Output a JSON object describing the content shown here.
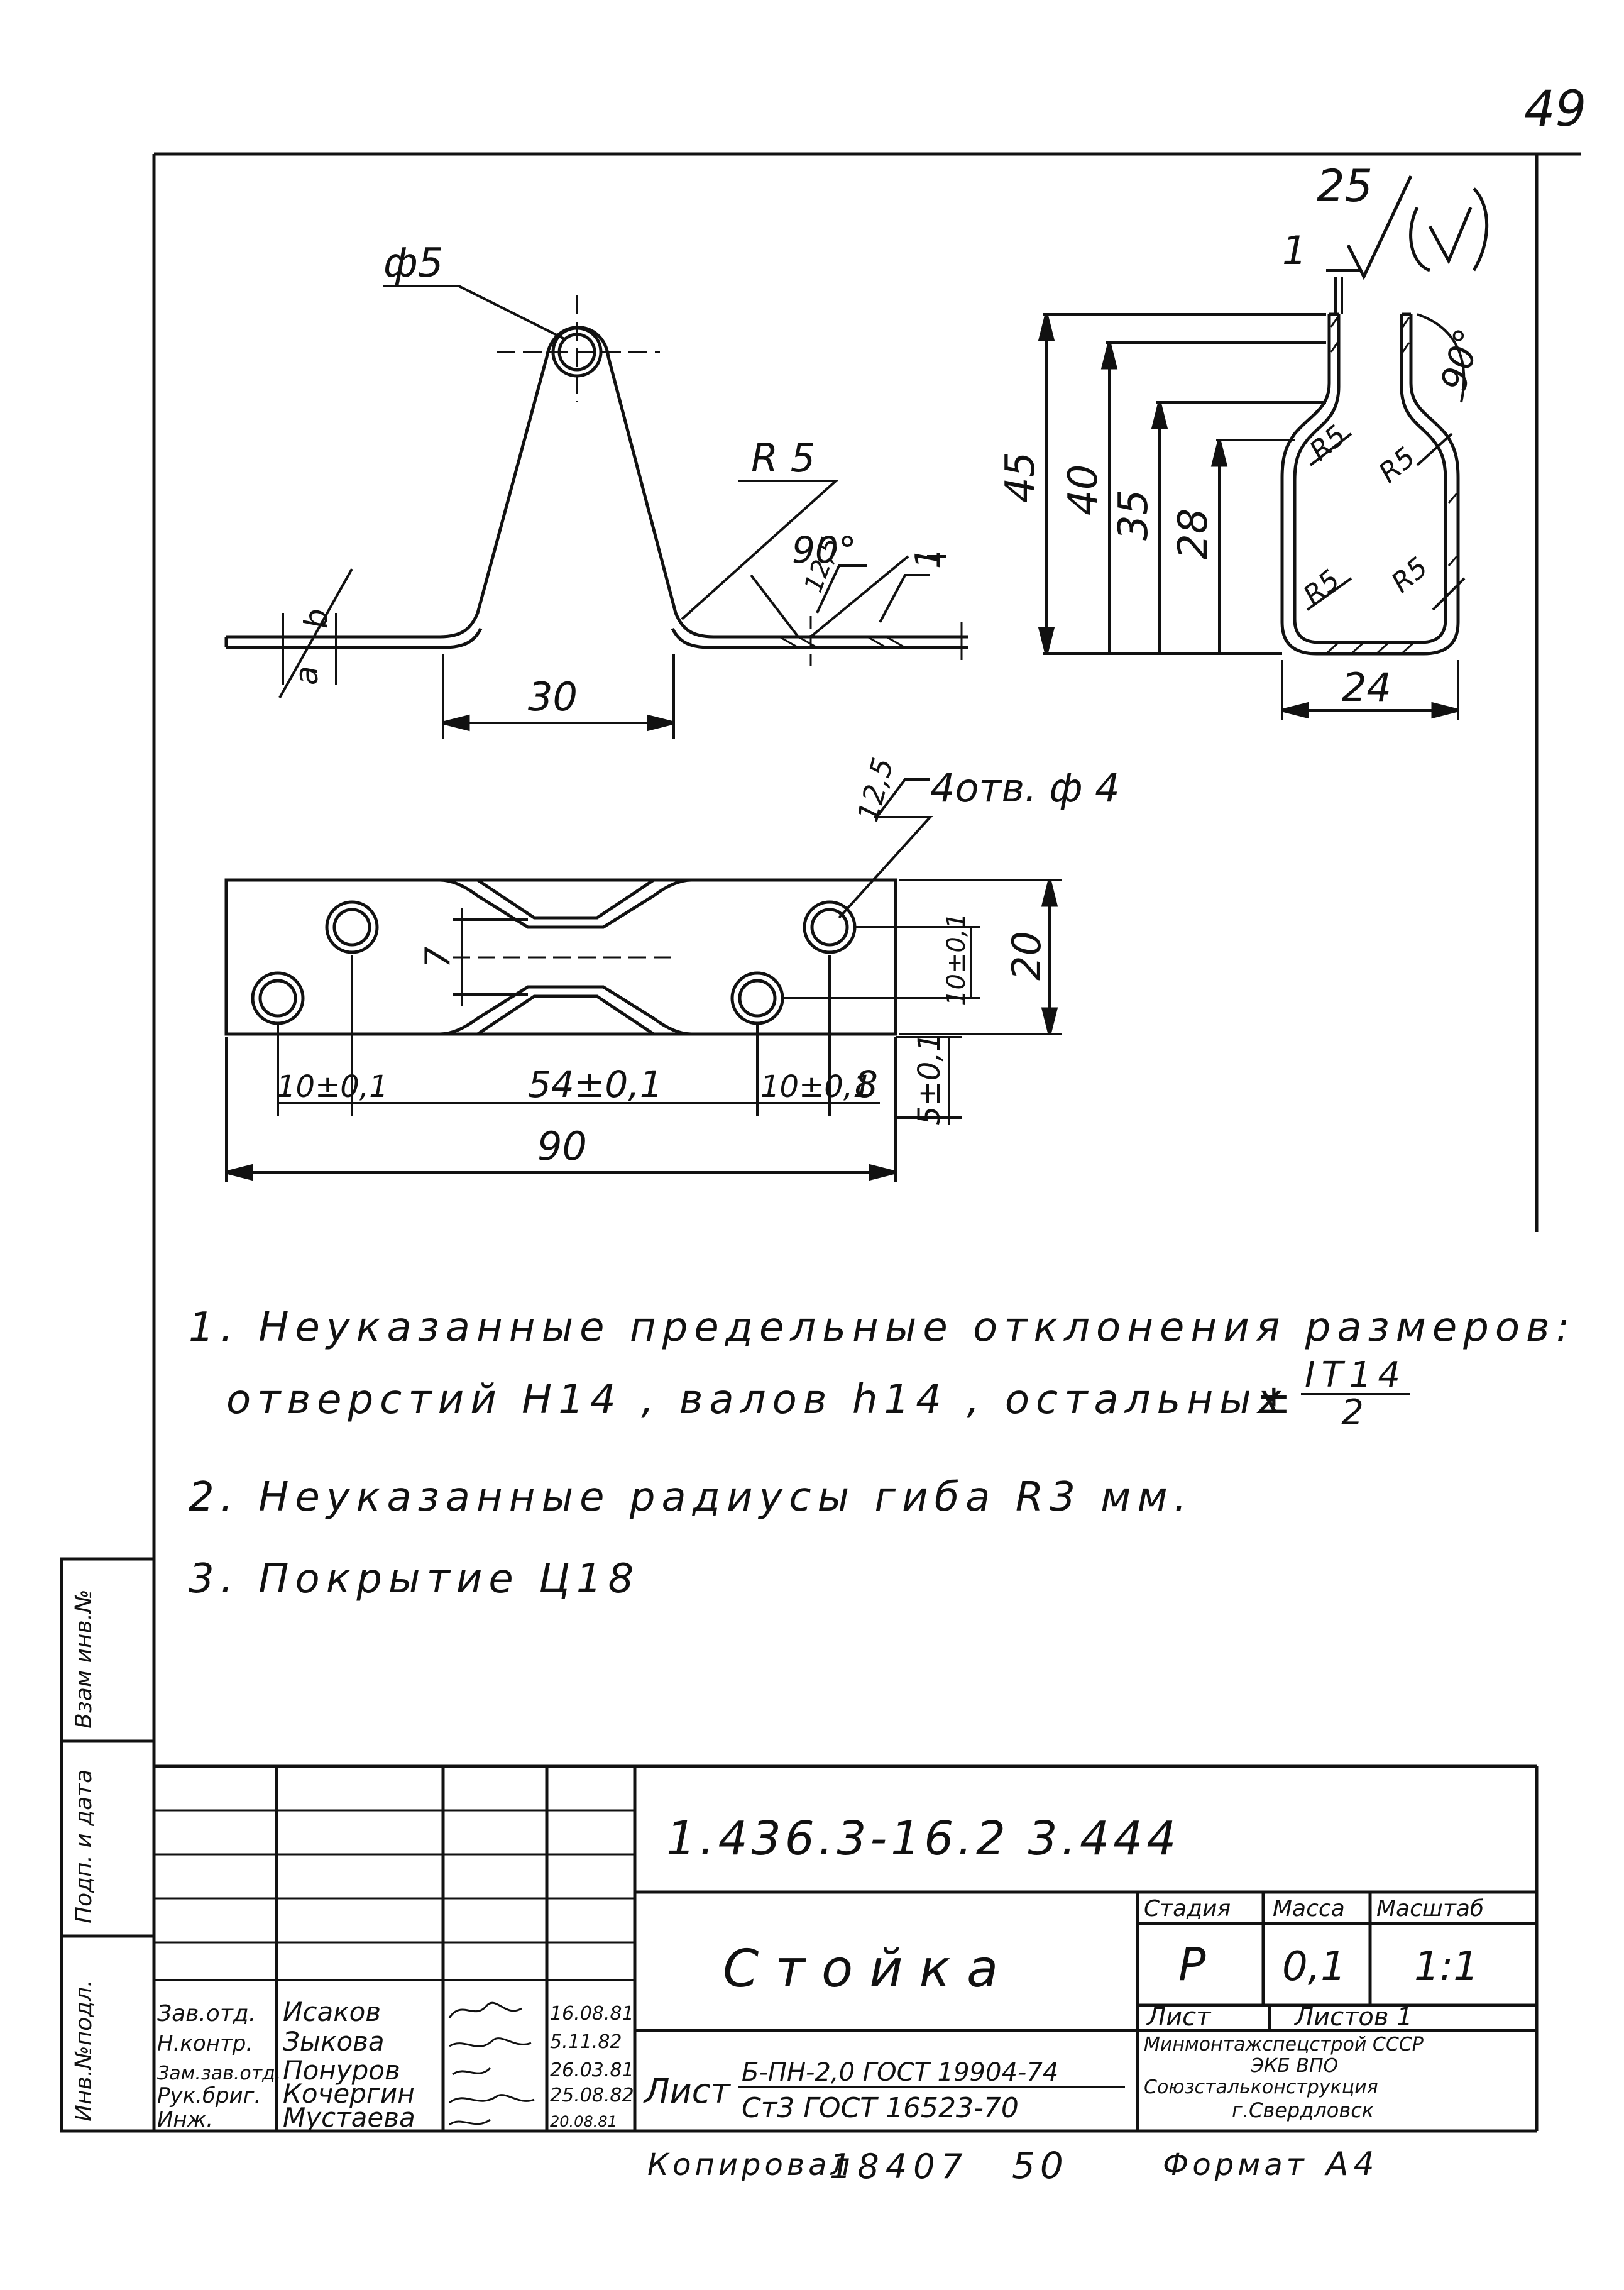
{
  "page_number": "49",
  "side_view": {
    "hole_dia": "ф5",
    "bend_radius": "R 5",
    "angle": "90°",
    "rough_small": "12,5",
    "thickness": "1",
    "base_width": "30",
    "label_a": "a",
    "label_b": "b"
  },
  "section_view": {
    "roughness_value": "25",
    "thickness": "1",
    "angle": "90°",
    "dims": [
      "45",
      "40",
      "35",
      "28"
    ],
    "width": "24",
    "radii": [
      "R5",
      "R5",
      "R5",
      "R5"
    ]
  },
  "plan_view": {
    "rough_holes": "12,5",
    "holes_label": "4отв. ф 4",
    "dim_7": "7",
    "dim_10_tol": "10±0,1",
    "dim_20": "20",
    "dim_left": "10±0,1",
    "dim_mid": "54±0,1",
    "dim_right": "10±0,1",
    "dim_8": "8",
    "dim_5": "5±0,1",
    "overall": "90"
  },
  "notes": {
    "n1_a": "1. Неуказанные предельные отклонения размеров:",
    "n1_b": "отверстий  Н14 , валов  h14 , остальных",
    "pm": "±",
    "frac_num": "IT14",
    "frac_den": "2",
    "n2": "2. Неуказанные радиусы гиба  R3 мм.",
    "n3": "3. Покрытие  Ц18"
  },
  "left_strip": [
    "Инв.№подл.",
    "Подп. и дата",
    "Взам инв.№"
  ],
  "title_block": {
    "doc_number": "1.436.3-16.2  3.444",
    "part_name": "Стойка",
    "roles": [
      "Зав.отд.",
      "Н.контр.",
      "Зам.зав.отд.",
      "Рук.бриг.",
      "Инж."
    ],
    "names": [
      "Исаков",
      "Зыкова",
      "Понуров",
      "Кочергин",
      "Мустаева"
    ],
    "signatures": [
      "",
      "",
      "",
      "",
      ""
    ],
    "dates": [
      "16.08.81",
      "5.11.82",
      "26.03.81",
      "25.08.82",
      "20.08.81"
    ],
    "stage_label": "Стадия",
    "mass_label": "Масса",
    "scale_label": "Масштаб",
    "stage": "Р",
    "mass": "0,1",
    "scale": "1:1",
    "sheet_label": "Лист",
    "sheets_label": "Листов 1",
    "material_prefix": "Лист",
    "material_top": "Б-ПН-2,0 ГОСТ 19904-74",
    "material_bottom": "Ст3 ГОСТ 16523-70",
    "org_1": "Минмонтажспецстрой СССР",
    "org_2": "ЭКБ  ВПО",
    "org_3": "Союзстальконструкция",
    "org_4": "г.Свердловск"
  },
  "footer": {
    "copied_label": "Копировал",
    "copy_code": "18407",
    "copy_num": "50",
    "format_label": "Формат",
    "format_value": "А4"
  }
}
